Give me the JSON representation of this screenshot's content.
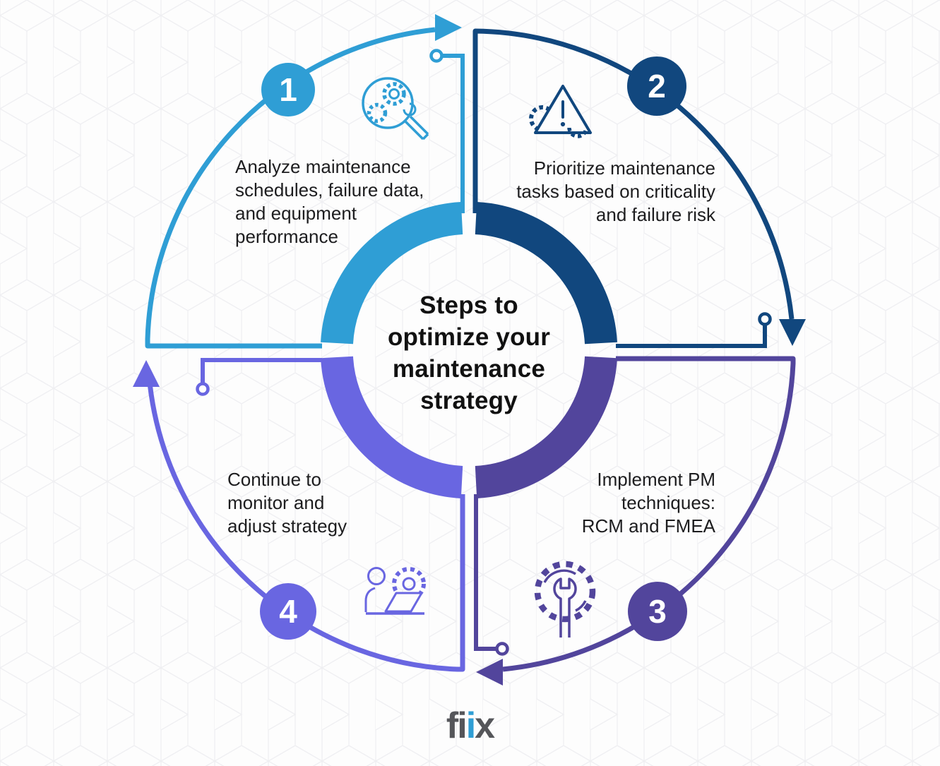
{
  "title": {
    "text": "Steps to\noptimize your\nmaintenance\nstrategy"
  },
  "steps": [
    {
      "number": "1",
      "text": "Analyze maintenance\nschedules, failure data,\nand equipment\nperformance",
      "icon": "magnifier-gears-icon",
      "color": "#2f9ed5"
    },
    {
      "number": "2",
      "text": "Prioritize maintenance\ntasks based on criticality\nand failure risk",
      "icon": "warning-gear-icon",
      "color": "#11477e"
    },
    {
      "number": "3",
      "text": "Implement PM\ntechniques:\nRCM and FMEA",
      "icon": "gear-wrench-icon",
      "color": "#52459c"
    },
    {
      "number": "4",
      "text": "Continue to\nmonitor and\nadjust strategy",
      "icon": "person-laptop-gear-icon",
      "color": "#6966e1"
    }
  ],
  "logo": {
    "prefix": "fi",
    "accent": "i",
    "suffix": "x",
    "gray": "#55565a",
    "blue": "#2f9ed5"
  },
  "colors": {
    "step1": "#2f9ed5",
    "step2": "#11477e",
    "step3": "#52459c",
    "step4": "#6966e1",
    "text": "#1d1d1f",
    "background": "#fdfdfd"
  }
}
